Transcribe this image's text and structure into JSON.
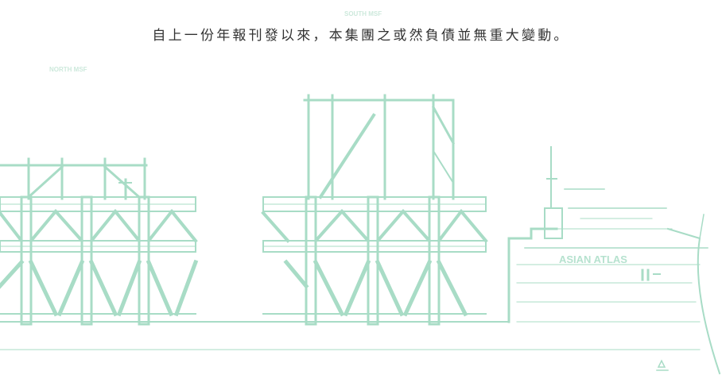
{
  "statement": "自上一份年報刊發以來，本集團之或然負債並無重大變動。",
  "drawing": {
    "line_color": "#a8dcc6",
    "north_label": "NORTH MSF",
    "south_label": "SOUTH MSF",
    "ship_name": "ASIAN ATLAS"
  }
}
